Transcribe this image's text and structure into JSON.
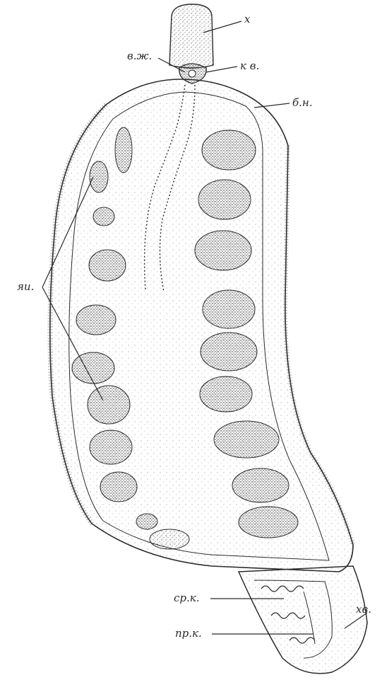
{
  "labels": {
    "x": "х",
    "vzh": "в.ж.",
    "kv": "к в.",
    "bn": "б.н.",
    "yai": "яи.",
    "srk": "ср.к.",
    "prk": "пр.к.",
    "xv": "хв."
  },
  "colors": {
    "ink": "#2a2a2a",
    "paper": "#ffffff"
  }
}
